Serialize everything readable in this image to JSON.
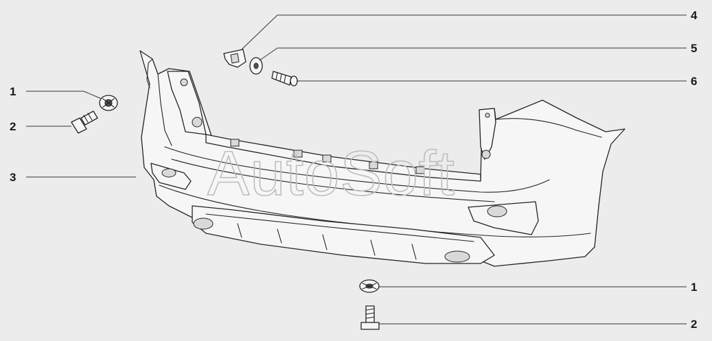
{
  "watermark": "AutoSoft",
  "callouts": {
    "left_1": "1",
    "left_2": "2",
    "left_3": "3",
    "top_4": "4",
    "top_5": "5",
    "top_6": "6",
    "right_1": "1",
    "right_2": "2"
  },
  "colors": {
    "background": "#ececec",
    "line": "#222222",
    "part_fill": "#f6f6f6",
    "watermark": "#bdbdbd"
  }
}
